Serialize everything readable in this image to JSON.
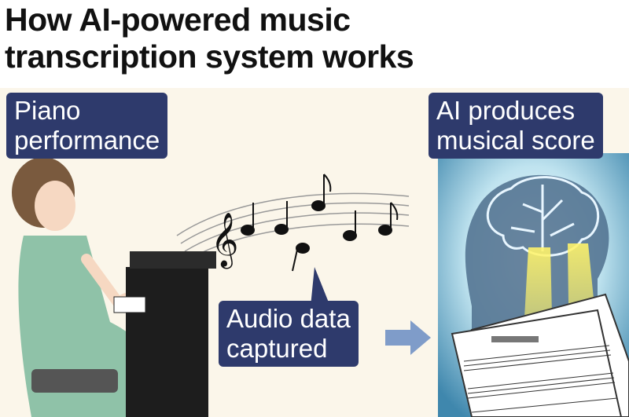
{
  "title_lines": [
    "How AI-powered music",
    "transcription system works"
  ],
  "labels": {
    "piano": [
      "Piano",
      "performance"
    ],
    "ai": [
      "AI produces",
      "musical score"
    ],
    "audio": [
      "Audio data",
      "captured"
    ]
  },
  "colors": {
    "label_bg": "#2e3a6c",
    "arrow": "#7f9cc9",
    "background": "#fbf6ea"
  }
}
